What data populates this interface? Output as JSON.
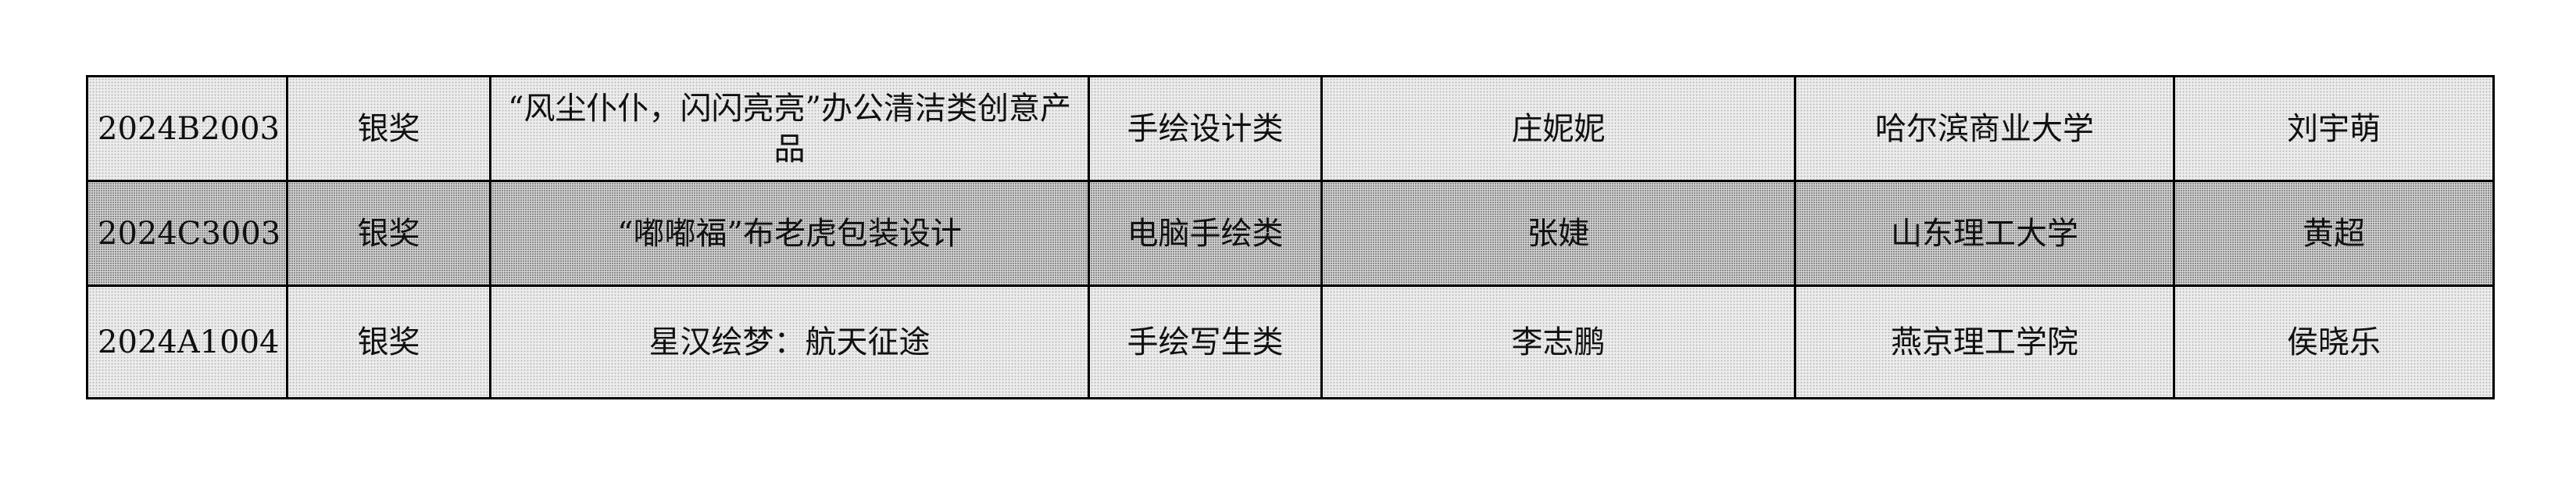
{
  "table": {
    "rows": [
      {
        "id": "2024B2003",
        "award": "银奖",
        "title": "“风尘仆仆，闪闪亮亮”办公清洁类创意产品",
        "category": "手绘设计类",
        "author": "庄妮妮",
        "school": "哈尔滨商业大学",
        "advisor": "刘宇萌"
      },
      {
        "id": "2024C3003",
        "award": "银奖",
        "title": "“嘟嘟福”布老虎包装设计",
        "category": "电脑手绘类",
        "author": "张婕",
        "school": "山东理工大学",
        "advisor": "黄超"
      },
      {
        "id": "2024A1004",
        "award": "银奖",
        "title": "星汉绘梦：航天征途",
        "category": "手绘写生类",
        "author": "李志鹏",
        "school": "燕京理工学院",
        "advisor": "侯晓乐"
      }
    ]
  }
}
